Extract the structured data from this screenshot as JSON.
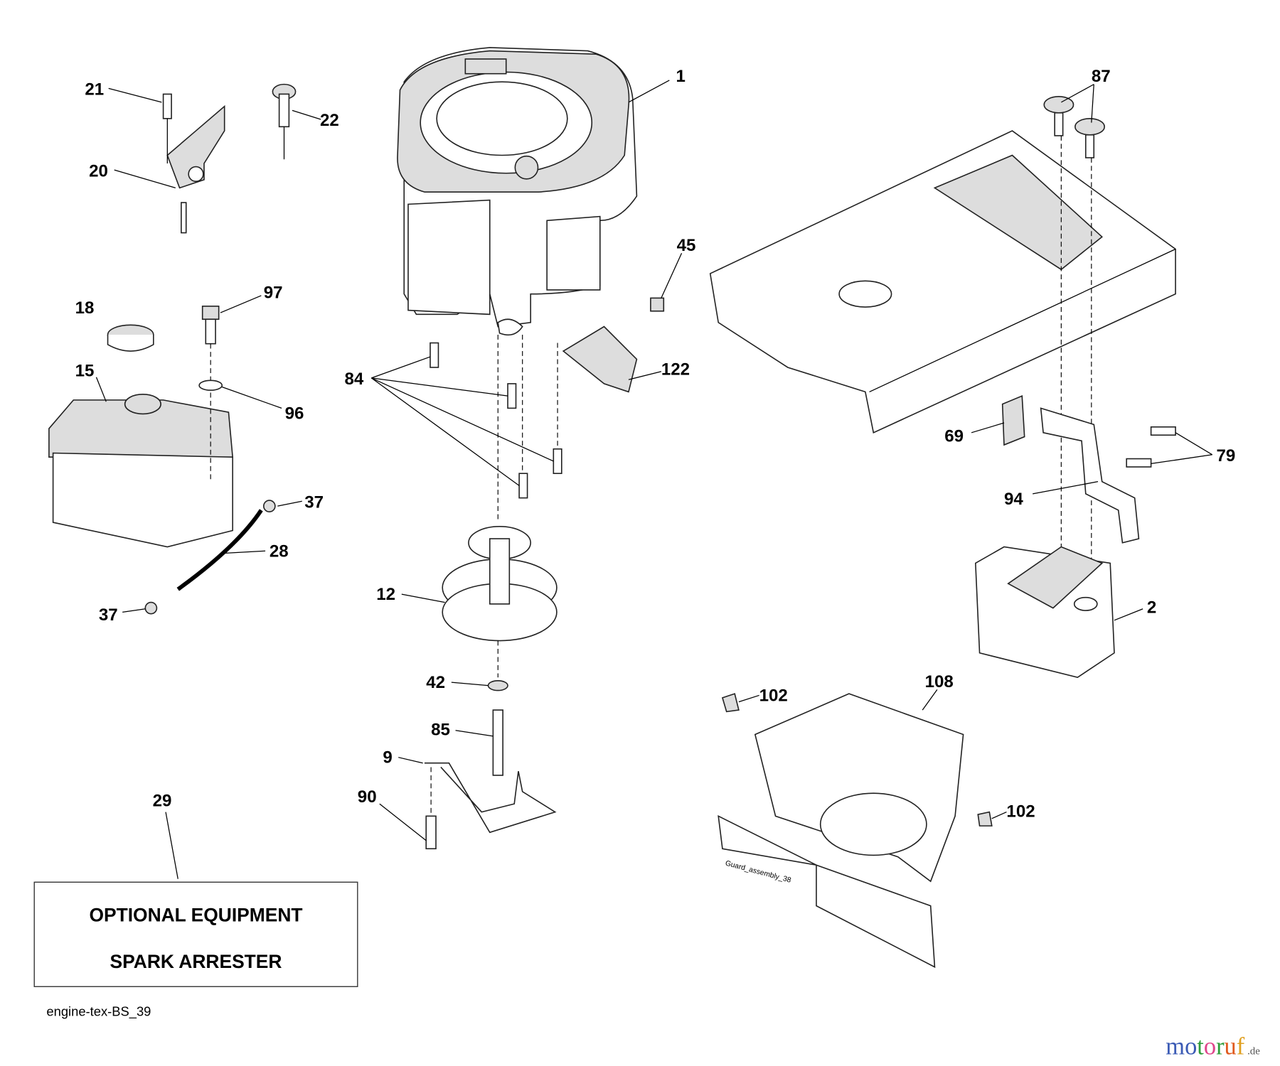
{
  "diagram_code": "engine-tex-BS_39",
  "optional_box": {
    "line1": "OPTIONAL EQUIPMENT",
    "line2": "SPARK ARRESTER"
  },
  "guard_text": "Guard_assembly_38",
  "watermark": {
    "text": "motoruf",
    "suffix": ".de",
    "colors": [
      "#3b5bb5",
      "#3b5bb5",
      "#2e9c3a",
      "#e0458b",
      "#2e9c3a",
      "#e05a1e",
      "#e0a020",
      "#e8c020"
    ]
  },
  "callouts": [
    {
      "id": "1",
      "text": "1"
    },
    {
      "id": "21",
      "text": "21"
    },
    {
      "id": "22",
      "text": "22"
    },
    {
      "id": "20",
      "text": "20"
    },
    {
      "id": "87",
      "text": "87"
    },
    {
      "id": "45",
      "text": "45"
    },
    {
      "id": "97",
      "text": "97"
    },
    {
      "id": "18",
      "text": "18"
    },
    {
      "id": "15",
      "text": "15"
    },
    {
      "id": "84",
      "text": "84"
    },
    {
      "id": "122",
      "text": "122"
    },
    {
      "id": "96",
      "text": "96"
    },
    {
      "id": "69",
      "text": "69"
    },
    {
      "id": "79",
      "text": "79"
    },
    {
      "id": "37a",
      "text": "37"
    },
    {
      "id": "28",
      "text": "28"
    },
    {
      "id": "94",
      "text": "94"
    },
    {
      "id": "12",
      "text": "12"
    },
    {
      "id": "2",
      "text": "2"
    },
    {
      "id": "37b",
      "text": "37"
    },
    {
      "id": "42",
      "text": "42"
    },
    {
      "id": "108",
      "text": "108"
    },
    {
      "id": "102a",
      "text": "102"
    },
    {
      "id": "85",
      "text": "85"
    },
    {
      "id": "9",
      "text": "9"
    },
    {
      "id": "29",
      "text": "29"
    },
    {
      "id": "90",
      "text": "90"
    },
    {
      "id": "102b",
      "text": "102"
    }
  ]
}
